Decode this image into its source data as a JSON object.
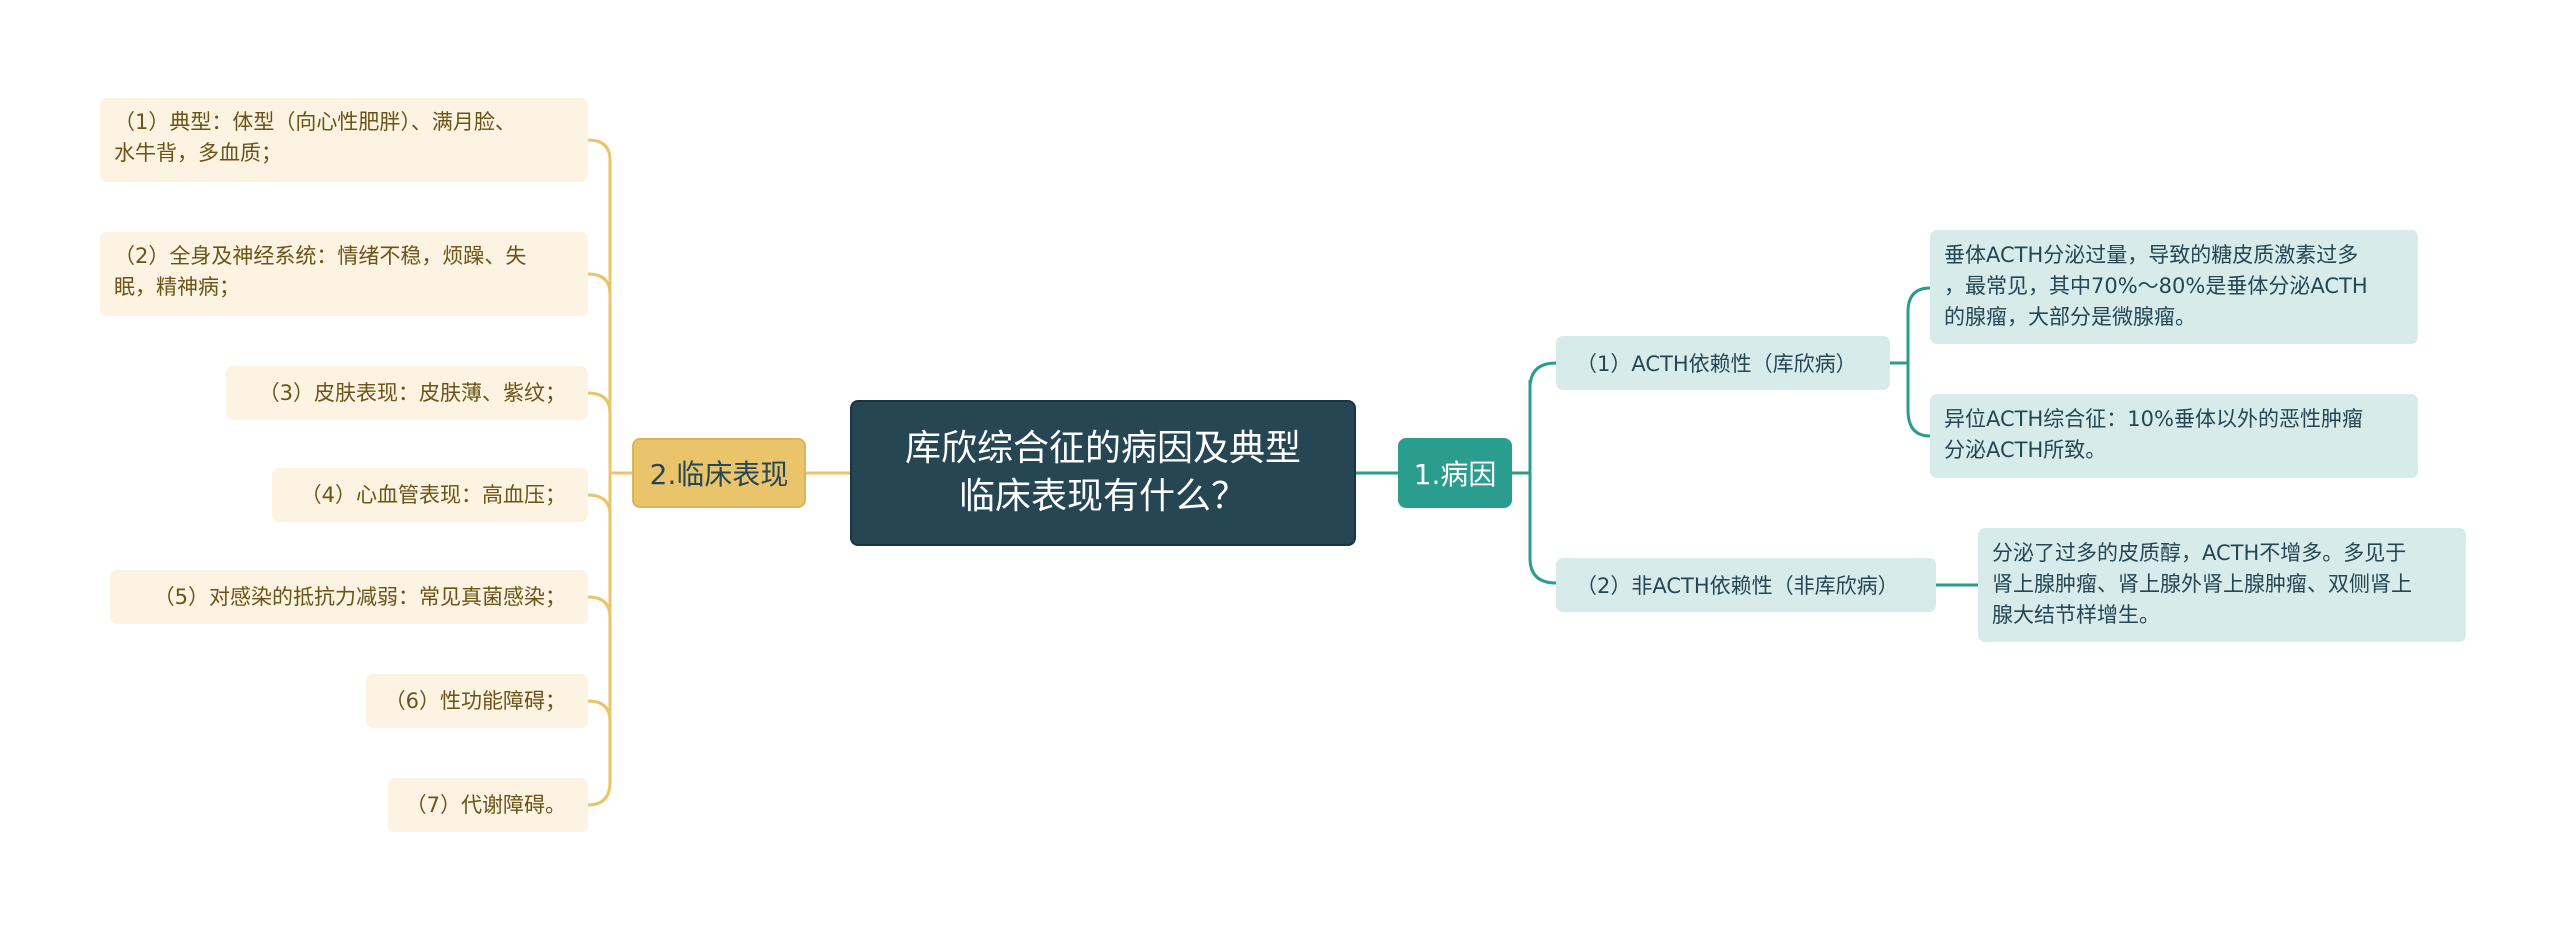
{
  "colors": {
    "root_bg": "#264653",
    "cause_branch": "#2a9d8f",
    "cause_line": "#2a9d8f",
    "cause_node_bg": "#d7ecea",
    "clinical_branch": "#e9c46a",
    "clinical_line": "#e9c46a",
    "clinical_node_bg": "#fcf3e2"
  },
  "root": {
    "lines": [
      "库欣综合征的病因及典型",
      "临床表现有什么？"
    ]
  },
  "cause": {
    "label": "1.病因",
    "sub1": {
      "label": "（1）ACTH依赖性（库欣病）",
      "leaf1": [
        "垂体ACTH分泌过量，导致的糖皮质激素过多",
        "，最常见，其中70%～80%是垂体分泌ACTH",
        "的腺瘤，大部分是微腺瘤。"
      ],
      "leaf2": [
        "异位ACTH综合征：10%垂体以外的恶性肿瘤",
        "分泌ACTH所致。"
      ]
    },
    "sub2": {
      "label": "（2）非ACTH依赖性（非库欣病）",
      "leaf1": [
        "分泌了过多的皮质醇，ACTH不增多。多见于",
        "肾上腺肿瘤、肾上腺外肾上腺肿瘤、双侧肾上",
        "腺大结节样增生。"
      ]
    }
  },
  "clinical": {
    "label": "2.临床表现",
    "items": [
      [
        "（1）典型：体型（向心性肥胖）、满月脸、",
        "水牛背，多血质；"
      ],
      [
        "（2）全身及神经系统：情绪不稳，烦躁、失",
        "眠，精神病；"
      ],
      [
        "（3）皮肤表现：皮肤薄、紫纹；"
      ],
      [
        "（4）心血管表现：高血压；"
      ],
      [
        "（5）对感染的抵抗力减弱：常见真菌感染；"
      ],
      [
        "（6）性功能障碍；"
      ],
      [
        "（7）代谢障碍。"
      ]
    ]
  }
}
